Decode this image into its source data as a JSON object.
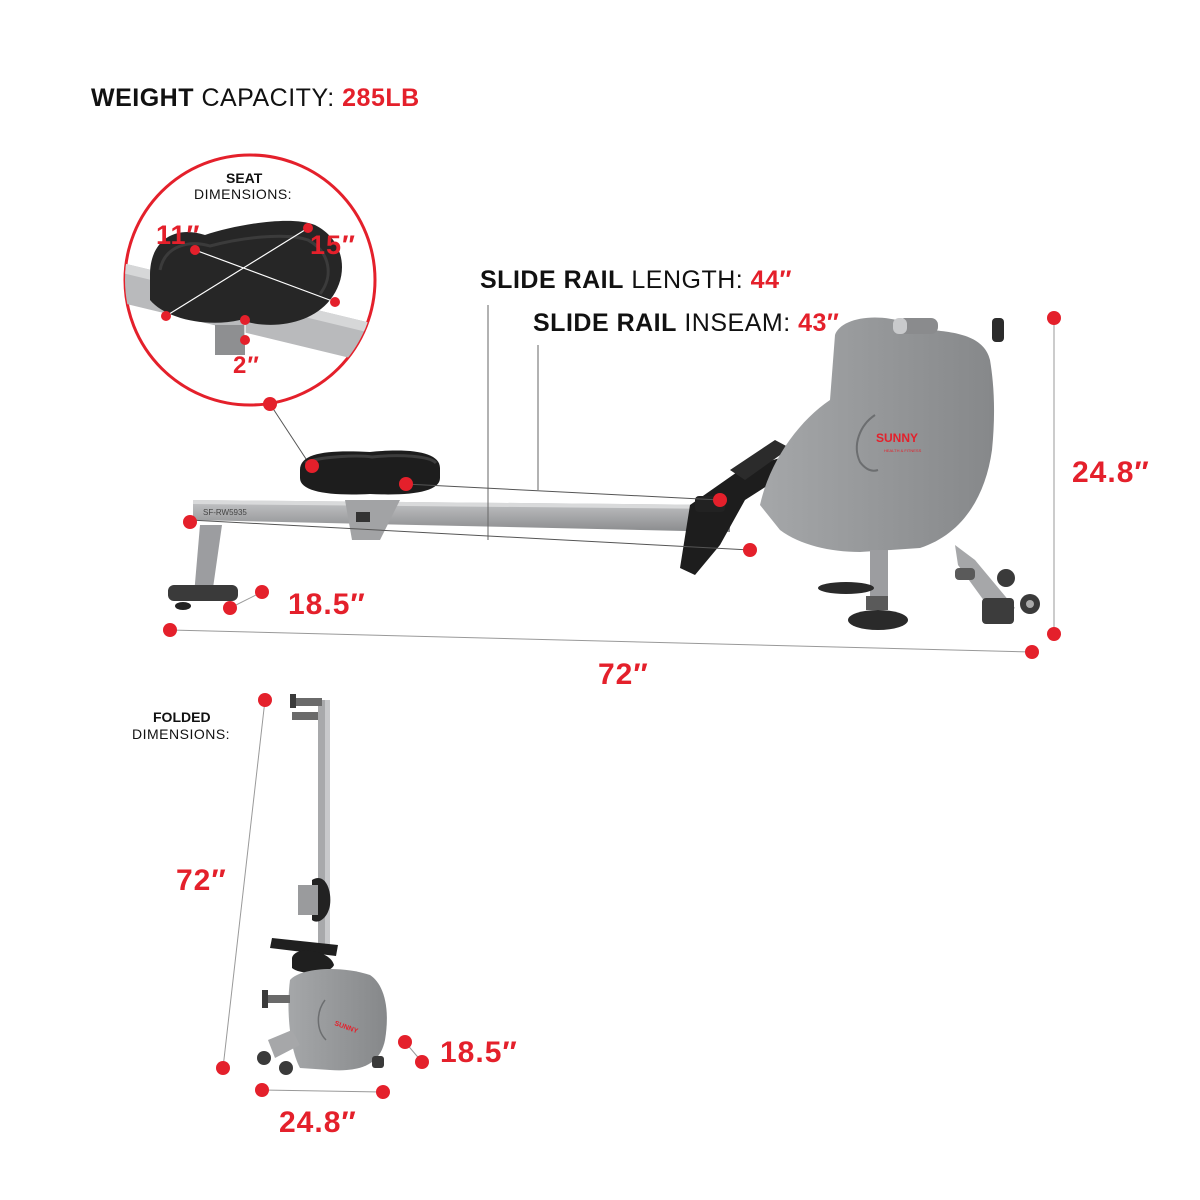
{
  "weight_capacity": {
    "label_bold": "WEIGHT",
    "label": "CAPACITY:",
    "value": "285LB"
  },
  "seat": {
    "label_bold": "SEAT",
    "label": "DIMENSIONS:",
    "length": "11″",
    "width": "15″",
    "height": "2″"
  },
  "slide_rail_length": {
    "label_bold": "SLIDE RAIL",
    "label": "LENGTH:",
    "value": "44″"
  },
  "slide_rail_inseam": {
    "label_bold": "SLIDE RAIL",
    "label": "INSEAM:",
    "value": "43″"
  },
  "machine": {
    "model_label": "SF-RW5935",
    "brand": "SUNNY",
    "brand_sub": "HEALTH & FITNESS"
  },
  "unfolded": {
    "height": "24.8″",
    "width": "18.5″",
    "length": "72″"
  },
  "folded": {
    "label_bold": "FOLDED",
    "label": "DIMENSIONS:",
    "height": "72″",
    "width": "18.5″",
    "depth": "24.8″"
  },
  "colors": {
    "accent": "#e4202b",
    "frame": "#9a9b9d",
    "body": "#8e9092",
    "seat": "#1c1c1c"
  }
}
